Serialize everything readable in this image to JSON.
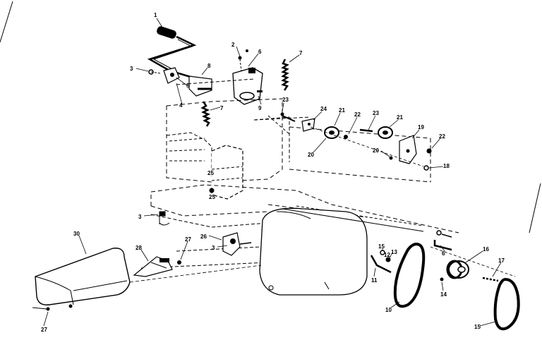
{
  "diagram": {
    "type": "exploded parts diagram",
    "line_color": "#000000",
    "background_color": "#ffffff",
    "callouts": [
      {
        "id": "1",
        "label": "1"
      },
      {
        "id": "2",
        "label": "2"
      },
      {
        "id": "3a",
        "label": "3"
      },
      {
        "id": "4",
        "label": "4"
      },
      {
        "id": "5",
        "label": "5"
      },
      {
        "id": "6",
        "label": "6"
      },
      {
        "id": "7a",
        "label": "7"
      },
      {
        "id": "7b",
        "label": "7"
      },
      {
        "id": "8",
        "label": "8"
      },
      {
        "id": "9",
        "label": "9"
      },
      {
        "id": "23a",
        "label": "23"
      },
      {
        "id": "24",
        "label": "24"
      },
      {
        "id": "21a",
        "label": "21"
      },
      {
        "id": "22a",
        "label": "22"
      },
      {
        "id": "23b",
        "label": "23"
      },
      {
        "id": "21b",
        "label": "21"
      },
      {
        "id": "19",
        "label": "19"
      },
      {
        "id": "22b",
        "label": "22"
      },
      {
        "id": "20a",
        "label": "20"
      },
      {
        "id": "20b",
        "label": "20"
      },
      {
        "id": "18",
        "label": "18"
      },
      {
        "id": "25a",
        "label": "25"
      },
      {
        "id": "25b",
        "label": "25"
      },
      {
        "id": "3b",
        "label": "3"
      },
      {
        "id": "26a",
        "label": "26"
      },
      {
        "id": "3c",
        "label": "3"
      },
      {
        "id": "30",
        "label": "30"
      },
      {
        "id": "28",
        "label": "28"
      },
      {
        "id": "27a",
        "label": "27"
      },
      {
        "id": "27b",
        "label": "27"
      },
      {
        "id": "6b",
        "label": "6"
      },
      {
        "id": "15a",
        "label": "15"
      },
      {
        "id": "12",
        "label": "12"
      },
      {
        "id": "13",
        "label": "13"
      },
      {
        "id": "11",
        "label": "11"
      },
      {
        "id": "14",
        "label": "14"
      },
      {
        "id": "16",
        "label": "16"
      },
      {
        "id": "17",
        "label": "17"
      },
      {
        "id": "10",
        "label": "10"
      },
      {
        "id": "15b",
        "label": "15"
      }
    ]
  }
}
